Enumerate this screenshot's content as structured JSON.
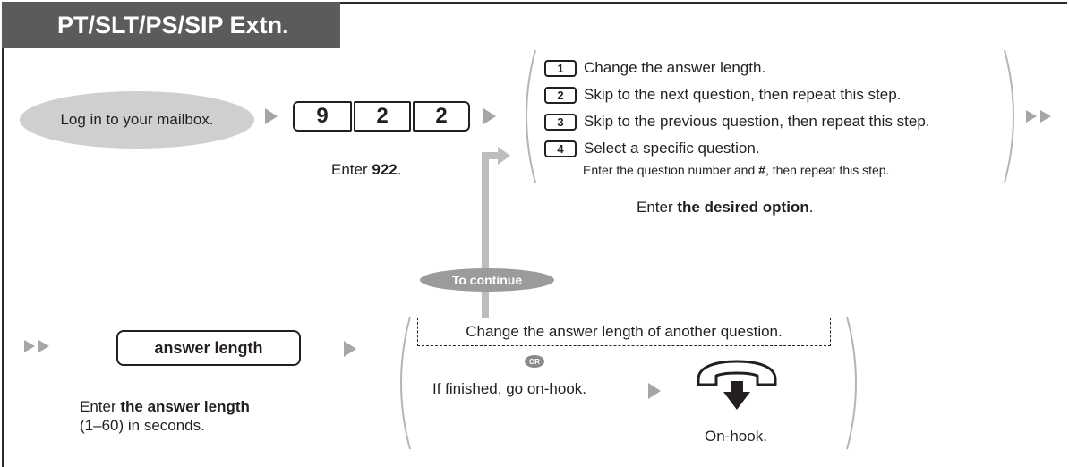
{
  "header": {
    "title": "PT/SLT/PS/SIP Extn."
  },
  "step1": {
    "label": "Log in to your mailbox."
  },
  "step2": {
    "keys": [
      "9",
      "2",
      "2"
    ],
    "caption_prefix": "Enter ",
    "caption_bold": "922",
    "caption_suffix": "."
  },
  "options": {
    "items": [
      {
        "key": "1",
        "text": "Change the answer length."
      },
      {
        "key": "2",
        "text": "Skip to the next question, then repeat this step."
      },
      {
        "key": "3",
        "text": "Skip to the previous question, then repeat this step."
      },
      {
        "key": "4",
        "text": "Select a specific question."
      }
    ],
    "sub_prefix": "Enter the question number and ",
    "sub_bold": "#",
    "sub_suffix": ", then repeat this step.",
    "caption_prefix": "Enter ",
    "caption_bold": "the desired option",
    "caption_suffix": "."
  },
  "continue_badge": "To continue",
  "step4": {
    "label": "answer length",
    "caption_prefix": "Enter ",
    "caption_bold": "the answer length",
    "caption_line2": "(1–60) in seconds."
  },
  "final": {
    "option_a": "Change the answer length of another question.",
    "or_label": "OR",
    "option_b": "If finished, go on-hook.",
    "onhook_caption": "On-hook."
  },
  "colors": {
    "header_bg": "#5b5b5b",
    "pill_bg": "#cfcfcf",
    "arrow": "#a6a6a6",
    "connector": "#bdbdbd",
    "badge": "#9b9b9b"
  }
}
